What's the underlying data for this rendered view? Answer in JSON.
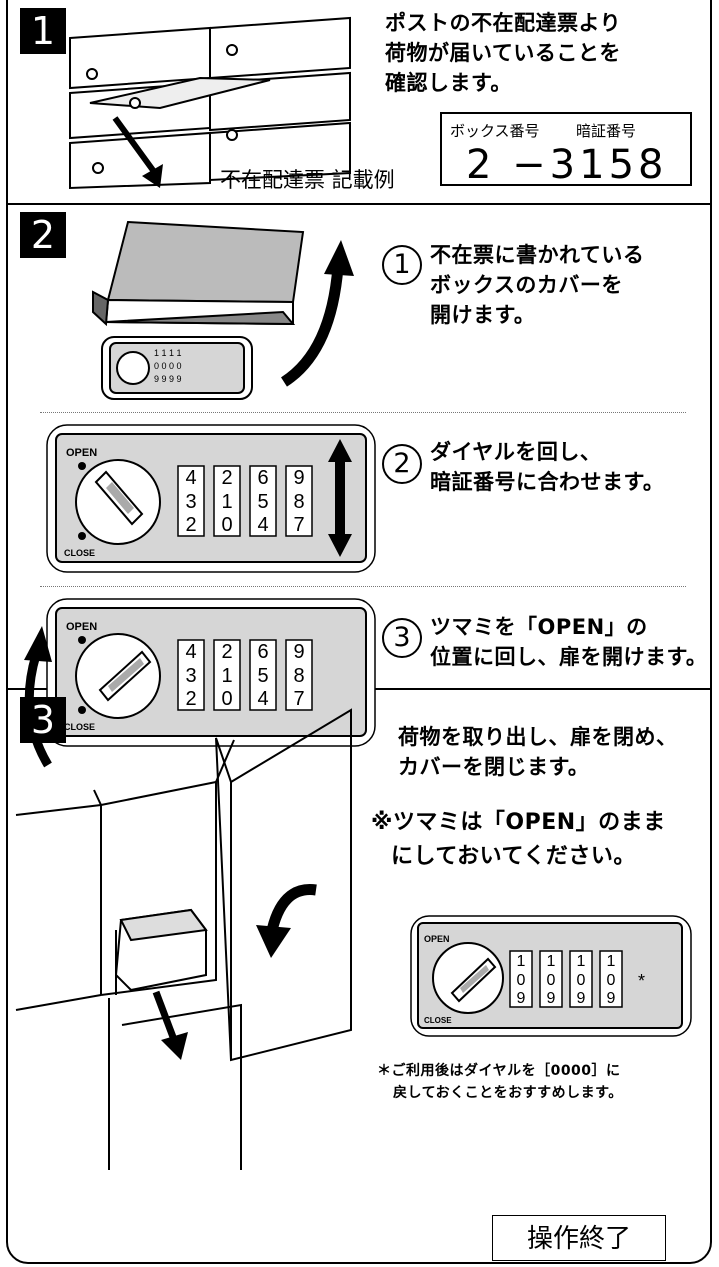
{
  "steps": [
    {
      "number": "1",
      "lines": [
        "ポストの不在配達票より",
        "荷物が届いていることを",
        "確認します。"
      ],
      "example_label": "不在配達票 記載例",
      "box_label": "ボックス番号",
      "pin_label": "暗証番号",
      "code": "2 −3158"
    },
    {
      "number": "2",
      "substeps": [
        {
          "circle": "1",
          "lines": [
            "不在票に書かれている",
            "ボックスのカバーを",
            "開けます。"
          ]
        },
        {
          "circle": "2",
          "lines": [
            "ダイヤルを回し、",
            "暗証番号に合わせます。"
          ]
        },
        {
          "circle": "3",
          "lines": [
            "ツマミを「OPEN」の",
            "位置に回し、扉を開けます。"
          ]
        }
      ]
    },
    {
      "number": "3",
      "lines": [
        "荷物を取り出し、扉を閉め、",
        "カバーを閉じます。"
      ],
      "note_lines": [
        "※ツマミは「OPEN」のまま",
        "にしておいてください。"
      ],
      "footnote_lines": [
        "＊ご利用後はダイヤルを［0000］に",
        "戻しておくことをおすすめします。"
      ]
    }
  ],
  "lock": {
    "open": "OPEN",
    "close": "CLOSE",
    "dial_top": [
      "4",
      "2",
      "6",
      "9"
    ],
    "dial_mid": [
      "3",
      "1",
      "5",
      "8"
    ],
    "dial_bot": [
      "2",
      "0",
      "4",
      "7"
    ],
    "reset_top": [
      "1",
      "1",
      "1",
      "1"
    ],
    "reset_mid": [
      "0",
      "0",
      "0",
      "0"
    ],
    "reset_bot": [
      "9",
      "9",
      "9",
      "9"
    ],
    "asterisk": "*"
  },
  "end_button": "操作終了"
}
